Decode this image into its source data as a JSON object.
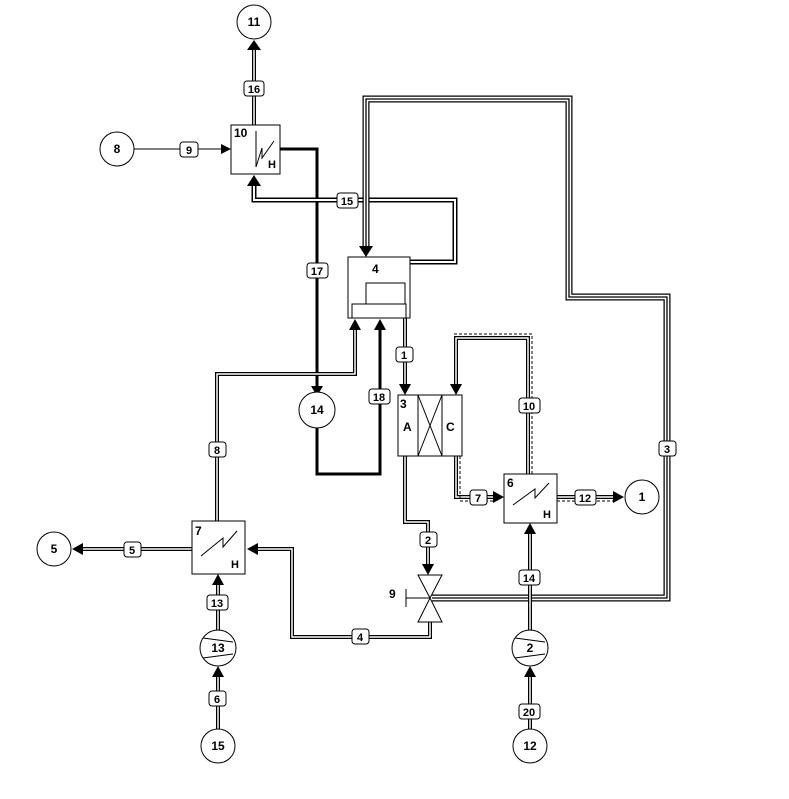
{
  "nodes": {
    "n11": "11",
    "n8": "8",
    "n14": "14",
    "n5": "5",
    "n1": "1",
    "n15": "15",
    "n12": "12"
  },
  "units": {
    "u10": {
      "num": "10",
      "side": "H"
    },
    "u4": {
      "num": "4"
    },
    "u3": {
      "num": "3",
      "left": "A",
      "right": "C"
    },
    "u6": {
      "num": "6",
      "side": "H"
    },
    "u7": {
      "num": "7",
      "side": "H"
    },
    "pump13": "13",
    "pump2": "2",
    "valve9": "9"
  },
  "streams": {
    "s16": "16",
    "s9": "9",
    "s15": "15",
    "s17": "17",
    "s1": "1",
    "s18": "18",
    "s10": "10",
    "s3": "3",
    "s8": "8",
    "s7": "7",
    "s12": "12",
    "s5": "5",
    "s2": "2",
    "s13": "13",
    "s14": "14",
    "s4": "4",
    "s6": "6",
    "s20": "20"
  }
}
